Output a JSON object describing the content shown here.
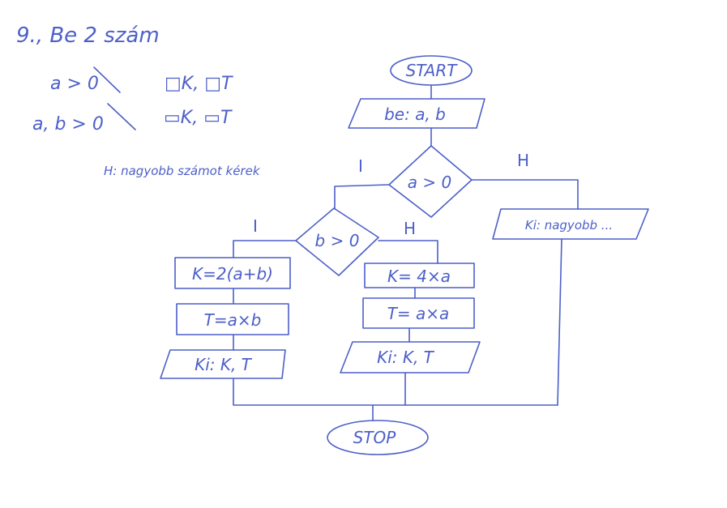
{
  "notes": {
    "title": "9., Be 2 szám",
    "cond1": "a > 0",
    "out1": "□K, □T",
    "cond2": "a, b > 0",
    "out2": "▭K, ▭T",
    "else_note": "H: nagyobb számot kérek"
  },
  "flow": {
    "start": "START",
    "input": "be: a, b",
    "decision1": "a > 0",
    "decision1_yes": "I",
    "decision1_no": "H",
    "no_output": "Ki: nagyobb ...",
    "decision2": "b > 0",
    "decision2_yes": "I",
    "decision2_no": "H",
    "yes_k": "K=2(a+b)",
    "yes_t": "T=a×b",
    "yes_out": "Ki: K, T",
    "no_k": "K= 4×a",
    "no_t": "T= a×a",
    "no_out": "Ki: K, T",
    "stop": "STOP"
  },
  "colors": {
    "ink": "#4d5fc8"
  }
}
